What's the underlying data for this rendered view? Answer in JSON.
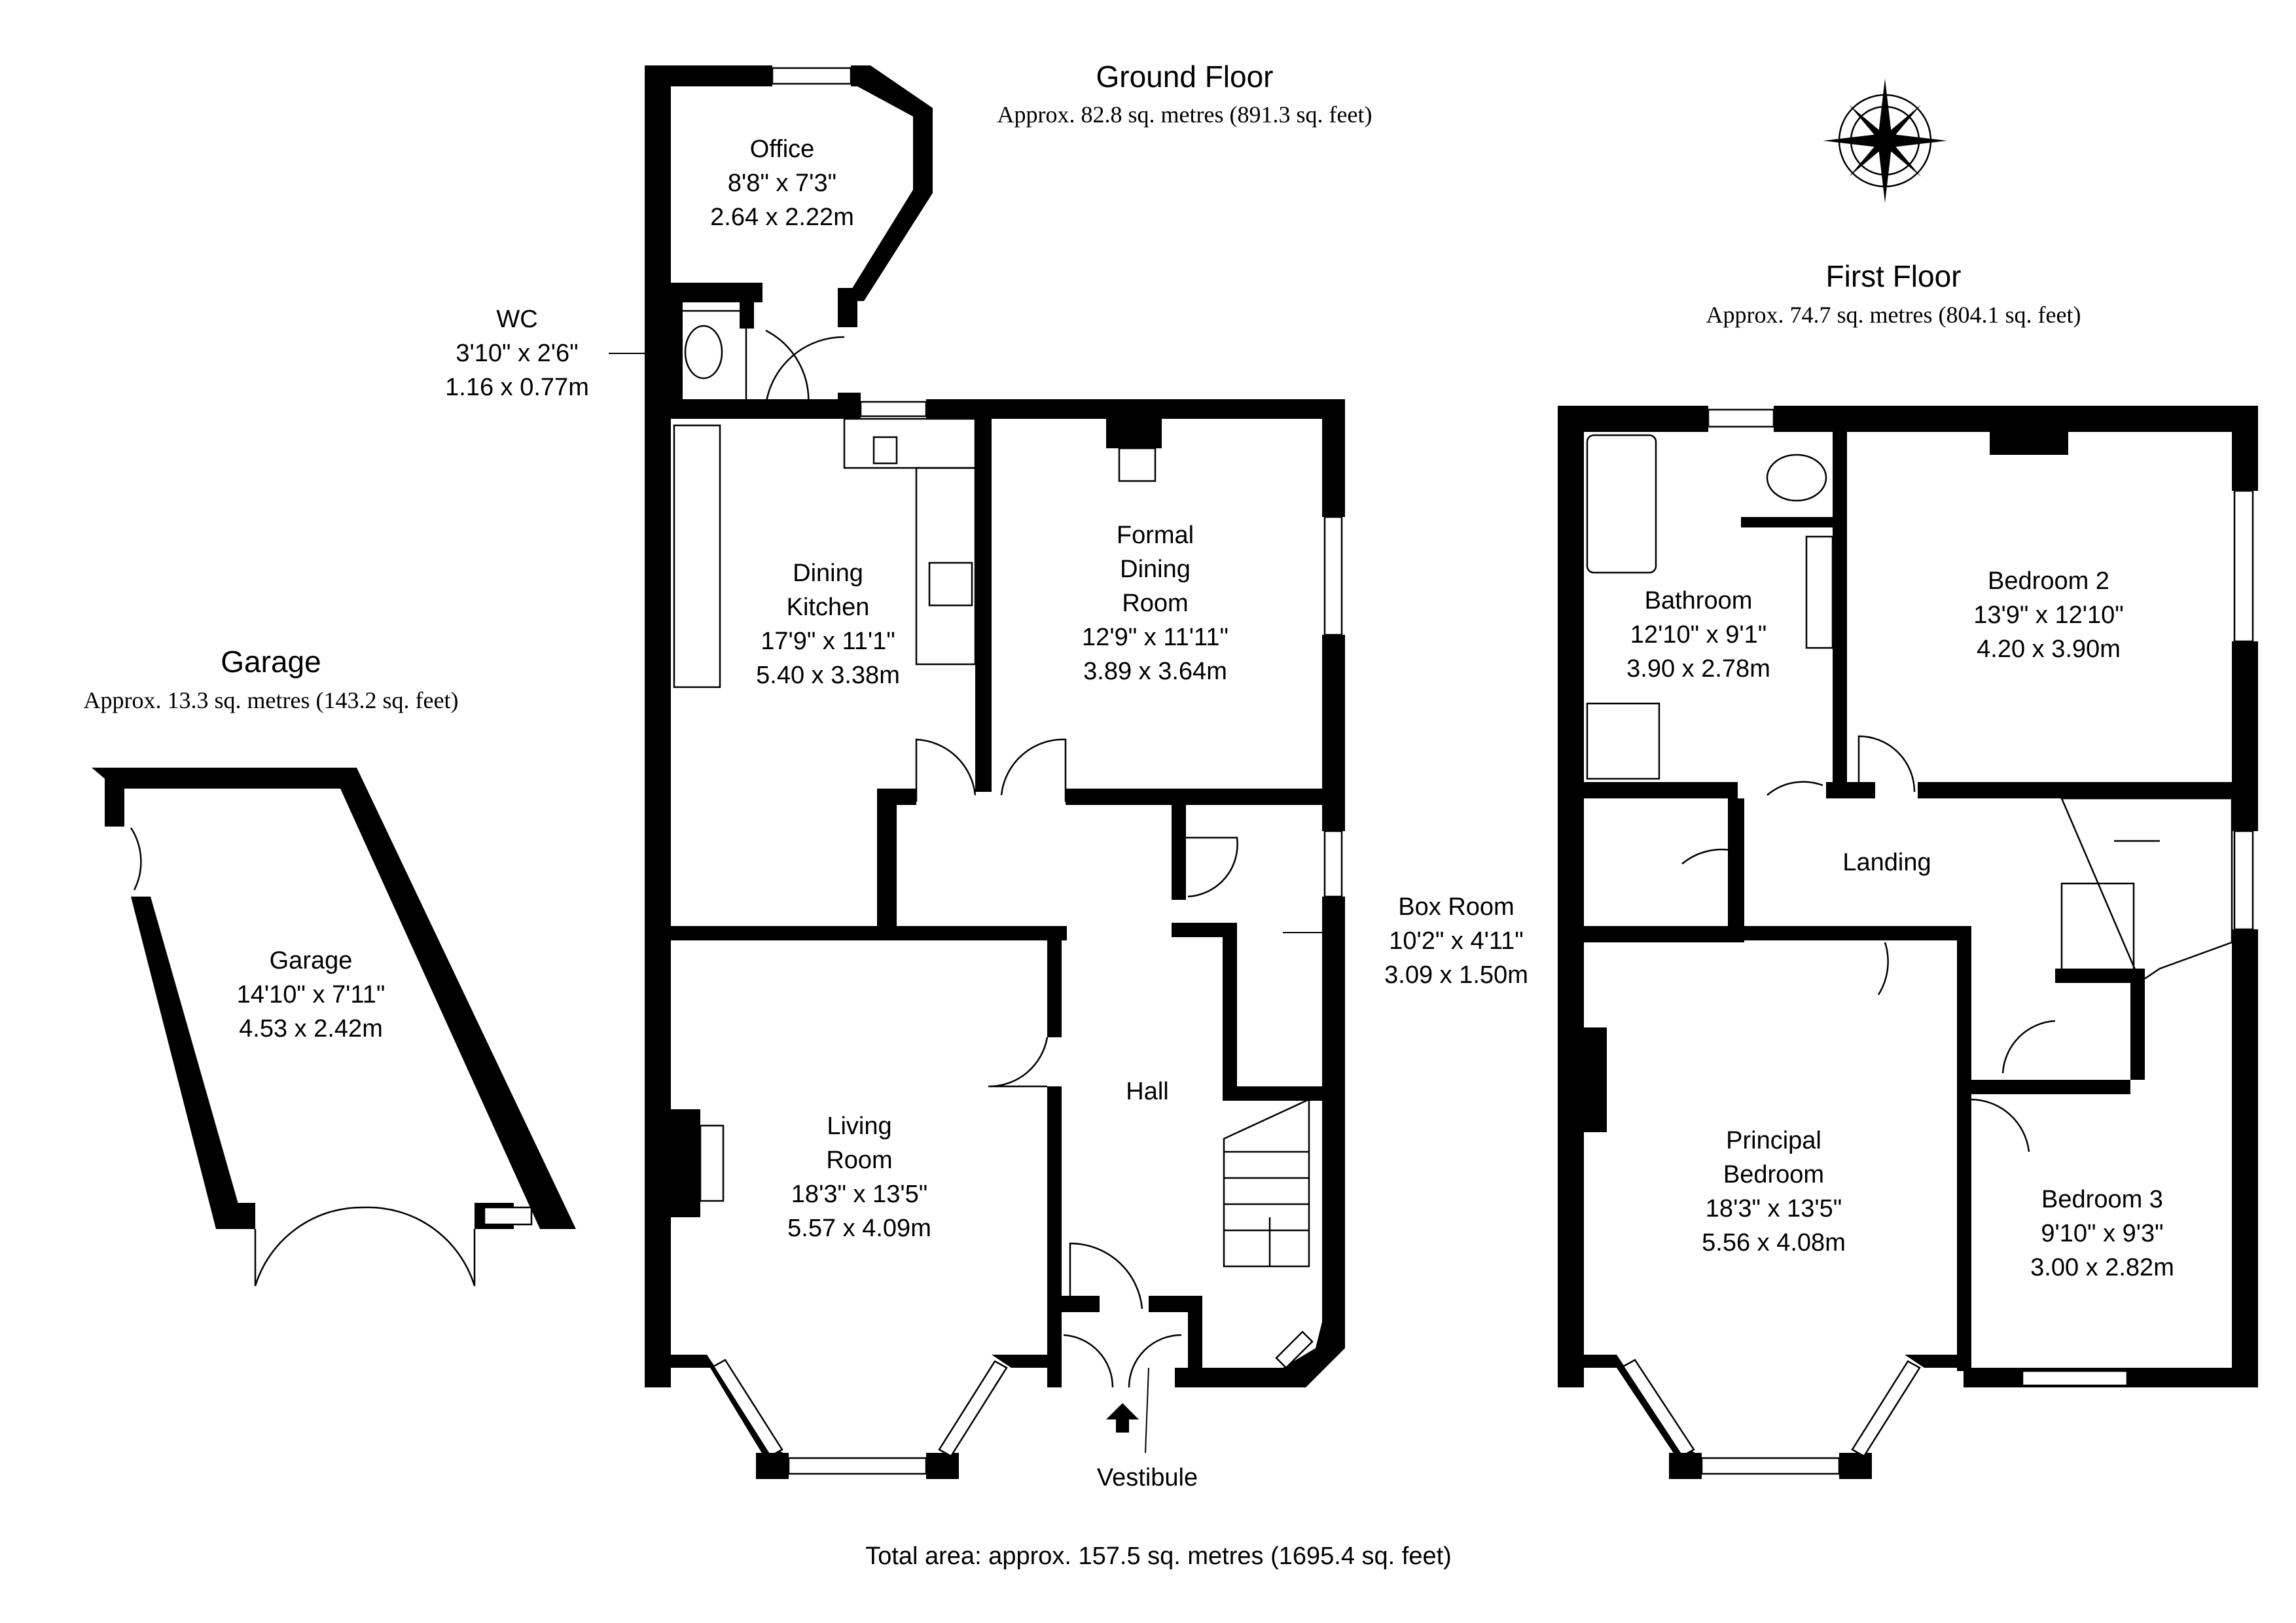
{
  "ground_floor": {
    "title": "Ground Floor",
    "area": "Approx. 82.8 sq. metres (891.3 sq. feet)",
    "rooms": [
      {
        "id": "office",
        "name": [
          "Office"
        ],
        "imperial": "8'8\" x 7'3\"",
        "metric": "2.64 x 2.22m"
      },
      {
        "id": "wc",
        "name": [
          "WC"
        ],
        "imperial": "3'10\" x 2'6\"",
        "metric": "1.16 x 0.77m"
      },
      {
        "id": "dining-kitchen",
        "name": [
          "Dining",
          "Kitchen"
        ],
        "imperial": "17'9\" x 11'1\"",
        "metric": "5.40 x 3.38m"
      },
      {
        "id": "formal-dining-room",
        "name": [
          "Formal",
          "Dining",
          "Room"
        ],
        "imperial": "12'9\" x 11'11\"",
        "metric": "3.89 x 3.64m"
      },
      {
        "id": "box-room",
        "name": [
          "Box Room"
        ],
        "imperial": "10'2\" x 4'11\"",
        "metric": "3.09 x 1.50m"
      },
      {
        "id": "living-room",
        "name": [
          "Living",
          "Room"
        ],
        "imperial": "18'3\" x 13'5\"",
        "metric": "5.57 x 4.09m"
      },
      {
        "id": "hall",
        "name": [
          "Hall"
        ],
        "imperial": "",
        "metric": ""
      },
      {
        "id": "vestibule",
        "name": [
          "Vestibule"
        ],
        "imperial": "",
        "metric": ""
      }
    ]
  },
  "first_floor": {
    "title": "First Floor",
    "area": "Approx. 74.7 sq. metres (804.1 sq. feet)",
    "rooms": [
      {
        "id": "bathroom",
        "name": [
          "Bathroom"
        ],
        "imperial": "12'10\" x 9'1\"",
        "metric": "3.90 x 2.78m"
      },
      {
        "id": "bedroom-2",
        "name": [
          "Bedroom 2"
        ],
        "imperial": "13'9\" x 12'10\"",
        "metric": "4.20 x 3.90m"
      },
      {
        "id": "landing",
        "name": [
          "Landing"
        ],
        "imperial": "",
        "metric": ""
      },
      {
        "id": "principal-bedroom",
        "name": [
          "Principal",
          "Bedroom"
        ],
        "imperial": "18'3\" x 13'5\"",
        "metric": "5.56 x 4.08m"
      },
      {
        "id": "bedroom-3",
        "name": [
          "Bedroom 3"
        ],
        "imperial": "9'10\" x 9'3\"",
        "metric": "3.00 x 2.82m"
      }
    ]
  },
  "garage": {
    "title": "Garage",
    "area": "Approx. 13.3 sq. metres (143.2 sq. feet)",
    "rooms": [
      {
        "id": "garage-room",
        "name": [
          "Garage"
        ],
        "imperial": "14'10\" x 7'11\"",
        "metric": "4.53 x 2.42m"
      }
    ]
  },
  "total_area": "Total area: approx. 157.5 sq. metres (1695.4 sq. feet)",
  "compass_icon": "compass-rose-icon"
}
